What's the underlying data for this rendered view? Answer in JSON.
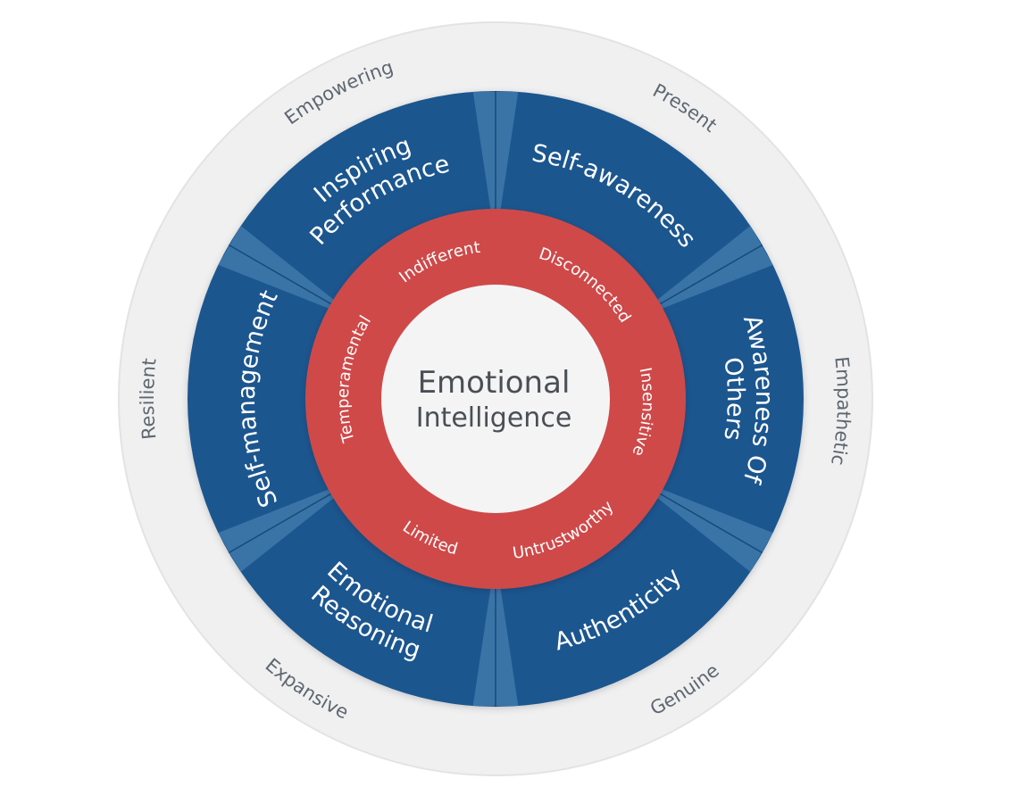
{
  "center": {
    "line1": "Emotional",
    "line2": "Intelligence"
  },
  "segments": [
    {
      "id": "self-awareness",
      "lines": [
        "Self-awareness"
      ]
    },
    {
      "id": "awareness-of-others",
      "lines": [
        "Awareness Of",
        "Others"
      ]
    },
    {
      "id": "authenticity",
      "lines": [
        "Authenticity"
      ]
    },
    {
      "id": "emotional-reasoning",
      "lines": [
        "Emotional",
        "Reasoning"
      ]
    },
    {
      "id": "self-management",
      "lines": [
        "Self-management"
      ]
    },
    {
      "id": "inspiring-performance",
      "lines": [
        "Inspiring",
        "Performance"
      ]
    }
  ],
  "outer_ring": [
    "Present",
    "Empathetic",
    "Genuine",
    "Expansive",
    "Resilient",
    "Empowering"
  ],
  "inner_ring": [
    "Disconnected",
    "Insensitive",
    "Untrustworthy",
    "Limited",
    "Temperamental",
    "Indifferent"
  ],
  "colors": {
    "outer_ring": "#f0f0f1",
    "segment_blue": "#1a568f",
    "divider_blue": "#3a74a7",
    "inner_red": "#cf4a4a",
    "center_white": "#f4f4f5",
    "outer_text": "#5e6770",
    "center_text": "#4a4f55"
  }
}
